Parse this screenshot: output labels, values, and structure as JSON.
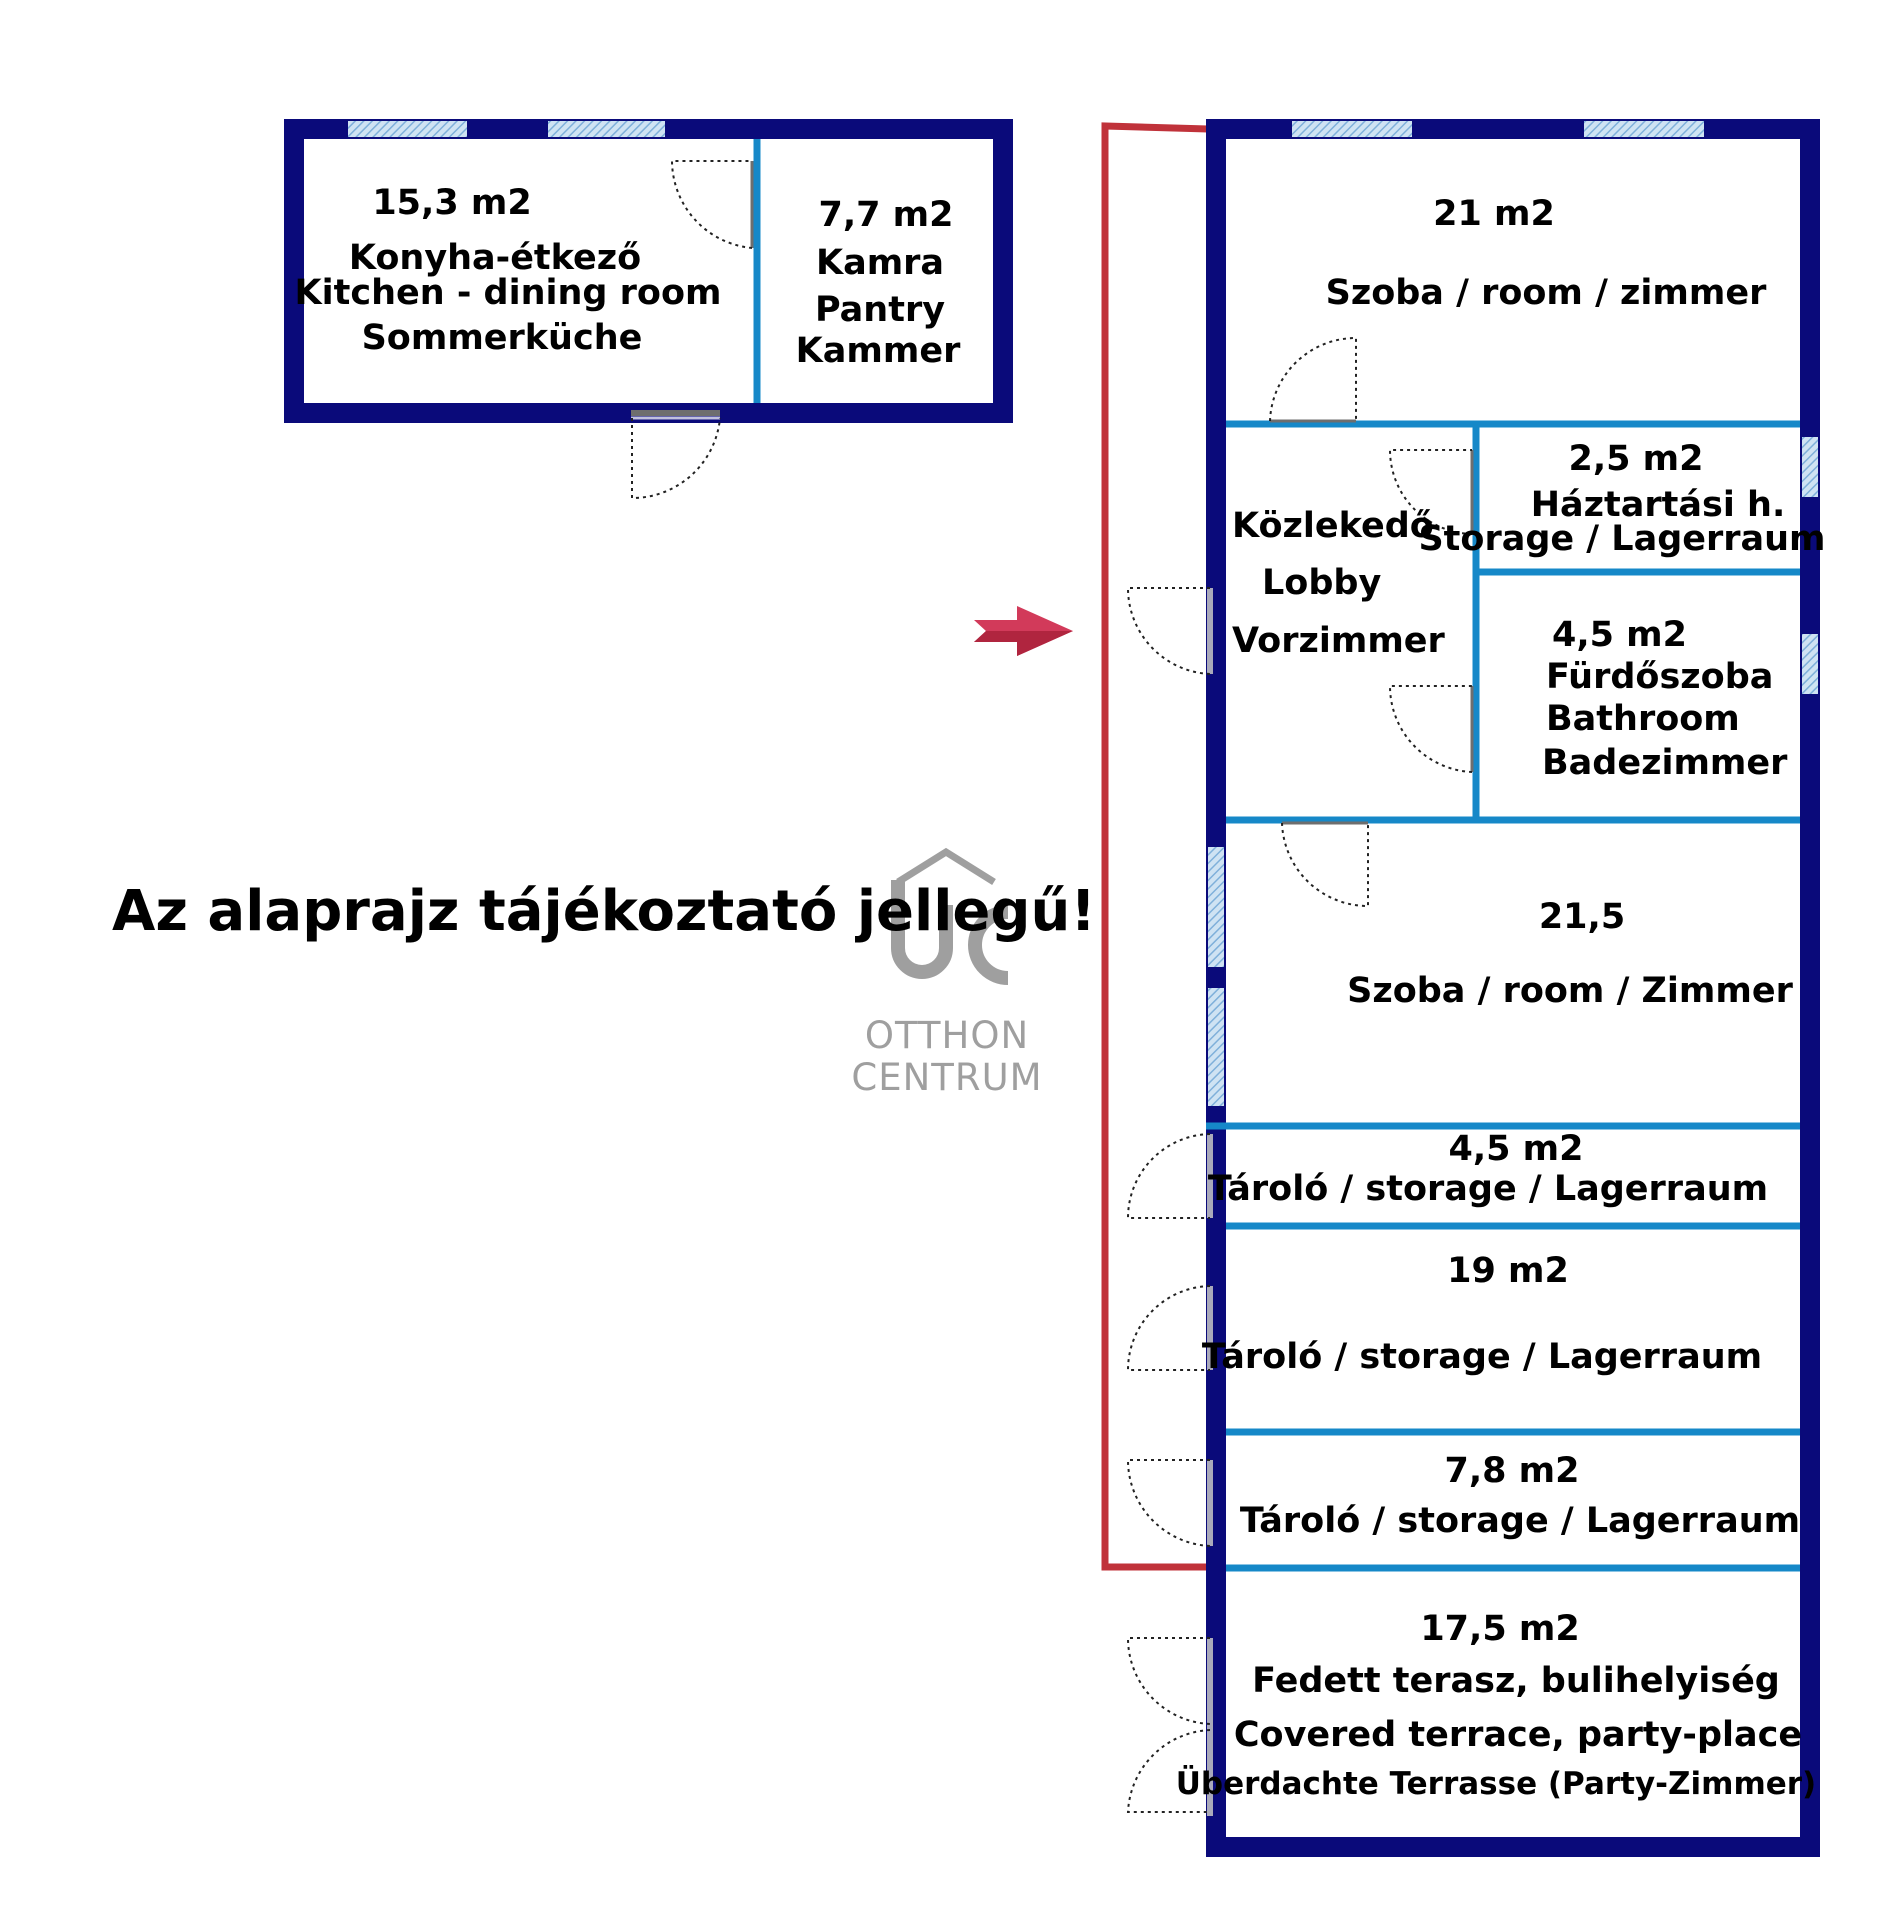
{
  "colors": {
    "outer_wall": "#0a0a7a",
    "inner_wall": "#1688c8",
    "window": "#9fc8e8",
    "door_leaf": "#6e6e6e",
    "fence": "#c0323a",
    "arrow": "#d23a5a",
    "logo": "#9a9a9a"
  },
  "notice": "Az alaprajz tájékoztató jellegű!",
  "logo": {
    "line1": "OTTHON",
    "line2": "CENTRUM"
  },
  "outbuilding": {
    "kitchen": {
      "area": "15,3 m2",
      "name_hu": "Konyha-étkező",
      "name_en": "Kitchen - dining room",
      "name_de": "Sommerküche"
    },
    "pantry": {
      "area": "7,7 m2",
      "name_hu": "Kamra",
      "name_en": "Pantry",
      "name_de": "Kammer"
    }
  },
  "house": {
    "room1": {
      "area": "21 m2",
      "name": "Szoba / room / zimmer"
    },
    "lobby": {
      "name_hu": "Közlekedő",
      "name_en": "Lobby",
      "name_de": "Vorzimmer"
    },
    "household": {
      "area": "2,5 m2",
      "name_hu": "Háztartási h.",
      "name_en_de": "Storage / Lagerraum"
    },
    "bathroom": {
      "area": "4,5 m2",
      "name_hu": "Fürdőszoba",
      "name_en": "Bathroom",
      "name_de": "Badezimmer"
    },
    "room2": {
      "area": "21,5",
      "name": "Szoba / room / Zimmer"
    },
    "storage1": {
      "area": "4,5 m2",
      "name": "Tároló / storage / Lagerraum"
    },
    "storage2": {
      "area": "19 m2",
      "name": "Tároló / storage / Lagerraum"
    },
    "storage3": {
      "area": "7,8 m2",
      "name": "Tároló / storage / Lagerraum"
    },
    "terrace": {
      "area": "17,5 m2",
      "name_hu": "Fedett terasz, bulihelyiség",
      "name_en": "Covered terrace, party-place",
      "name_de": "Überdachte Terrasse (Party-Zimmer)"
    }
  }
}
